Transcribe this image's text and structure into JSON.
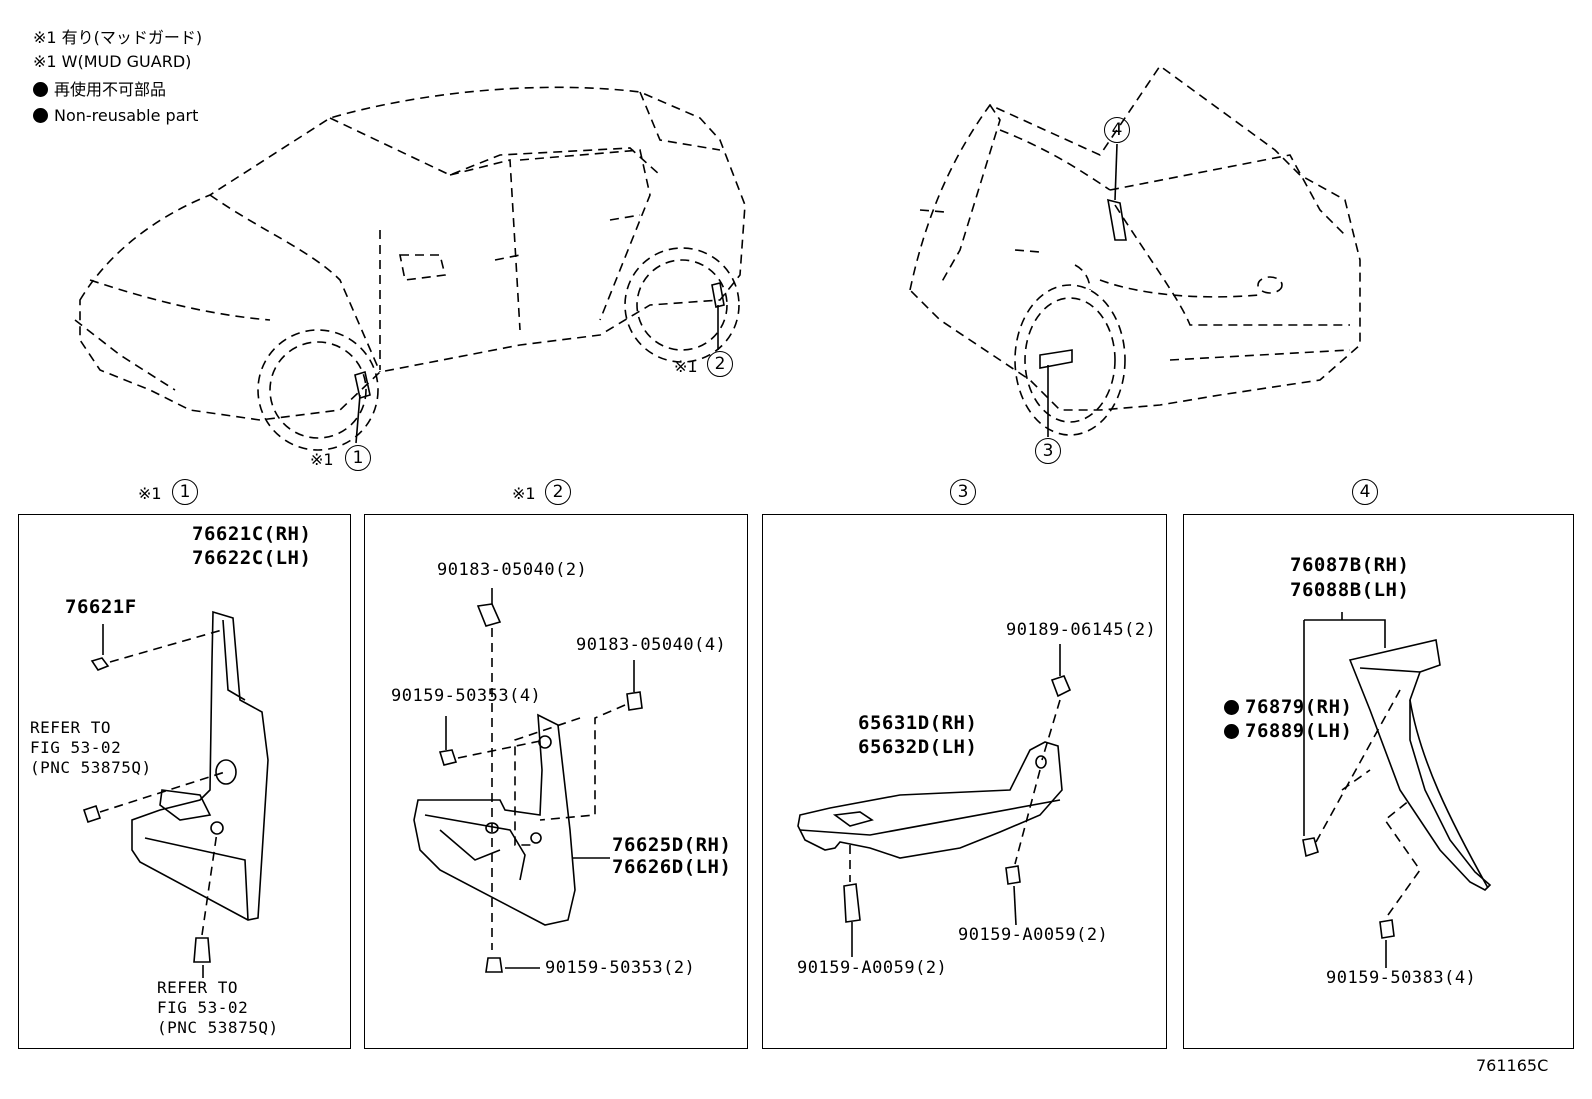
{
  "notes": {
    "line1": "※1 有り(マッドガード)",
    "line2": "※1 W(MUD GUARD)",
    "line3": "再使用不可部品",
    "line4": "Non-reusable part"
  },
  "callouts": {
    "front_mark": "※1",
    "front_num": "1",
    "mid_mark": "※1",
    "mid_num": "2",
    "rear_num": "3",
    "top_num": "4"
  },
  "panel_headers": {
    "p1_mark": "※1",
    "p1_num": "1",
    "p2_mark": "※1",
    "p2_num": "2",
    "p3_num": "3",
    "p4_num": "4"
  },
  "panel1": {
    "pn_main_rh": "76621C(RH)",
    "pn_main_lh": "76622C(LH)",
    "pn_screw": "76621F",
    "ref_top": "REFER TO\nFIG 53-02\n(PNC 53875Q)",
    "ref_bottom": "REFER TO\nFIG 53-02\n(PNC 53875Q)"
  },
  "panel2": {
    "clip_top": "90183-05040(2)",
    "clip_right": "90183-05040(4)",
    "screw_top": "90159-50353(4)",
    "screw_bottom": "90159-50353(2)",
    "pn_main_rh": "76625D(RH)",
    "pn_main_lh": "76626D(LH)"
  },
  "panel3": {
    "pn_main_rh": "65631D(RH)",
    "pn_main_lh": "65632D(LH)",
    "nut": "90189-06145(2)",
    "bolt_right": "90159-A0059(2)",
    "bolt_left": "90159-A0059(2)"
  },
  "panel4": {
    "pn_main_rh": "76087B(RH)",
    "pn_main_lh": "76088B(LH)",
    "clip_rh": "76879(RH)",
    "clip_lh": "76889(LH)",
    "screw": "90159-50383(4)"
  },
  "footer": {
    "figure_code": "761165C"
  }
}
